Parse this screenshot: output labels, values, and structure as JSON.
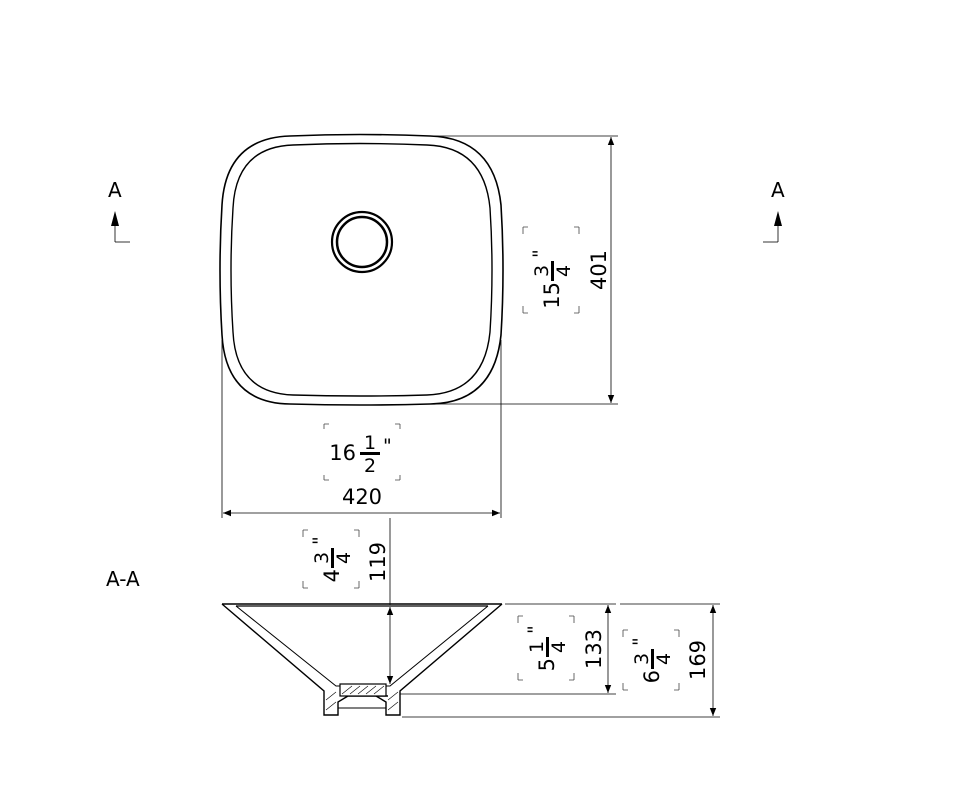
{
  "section_marks": {
    "left": "A",
    "right": "A",
    "section_title": "A-A"
  },
  "dimensions": {
    "depth_top": {
      "mm": "401",
      "whole": "15",
      "num": "3",
      "den": "4",
      "inch": "\""
    },
    "width_top": {
      "mm": "420",
      "whole": "16",
      "num": "1",
      "den": "2",
      "inch": "\""
    },
    "inner_depth": {
      "mm": "119",
      "whole": "4",
      "num": "3",
      "den": "4",
      "inch": "\""
    },
    "bowl_height": {
      "mm": "133",
      "whole": "5",
      "num": "1",
      "den": "4",
      "inch": "\""
    },
    "total_height": {
      "mm": "169",
      "whole": "6",
      "num": "3",
      "den": "4",
      "inch": "\""
    }
  }
}
